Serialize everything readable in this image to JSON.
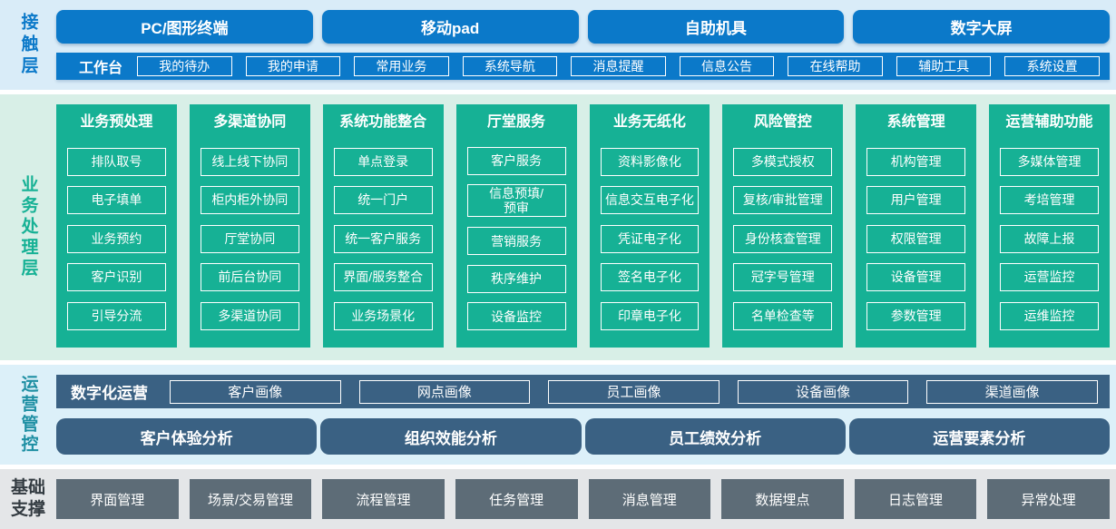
{
  "colors": {
    "blue": "#0b79c9",
    "light_blue_bg": "#d9ecf8",
    "green": "#16b195",
    "light_green_bg": "#d8efe7",
    "navy": "#3a6183",
    "ops_bg": "#dcf0f9",
    "gray_box": "#5d6c77",
    "gray_bg": "#e4e6e8",
    "ops_label": "#1e8fa3",
    "foundation_label": "#333b41"
  },
  "layers": {
    "contact": {
      "label": "接触层",
      "channels": [
        "PC/图形终端",
        "移动pad",
        "自助机具",
        "数字大屏"
      ],
      "workbench": {
        "label": "工作台",
        "items": [
          "我的待办",
          "我的申请",
          "常用业务",
          "系统导航",
          "消息提醒",
          "信息公告",
          "在线帮助",
          "辅助工具",
          "系统设置"
        ]
      }
    },
    "business": {
      "label": "业务处理层",
      "columns": [
        {
          "title": "业务预处理",
          "items": [
            "排队取号",
            "电子填单",
            "业务预约",
            "客户识别",
            "引导分流"
          ]
        },
        {
          "title": "多渠道协同",
          "items": [
            "线上线下协同",
            "柜内柜外协同",
            "厅堂协同",
            "前后台协同",
            "多渠道协同"
          ]
        },
        {
          "title": "系统功能整合",
          "items": [
            "单点登录",
            "统一门户",
            "统一客户服务",
            "界面/服务整合",
            "业务场景化"
          ]
        },
        {
          "title": "厅堂服务",
          "items": [
            "客户服务",
            "信息预填/\n预审",
            "营销服务",
            "秩序维护",
            "设备监控"
          ]
        },
        {
          "title": "业务无纸化",
          "items": [
            "资料影像化",
            "信息交互电子化",
            "凭证电子化",
            "签名电子化",
            "印章电子化"
          ]
        },
        {
          "title": "风险管控",
          "items": [
            "多模式授权",
            "复核/审批管理",
            "身份核查管理",
            "冠字号管理",
            "名单检查等"
          ]
        },
        {
          "title": "系统管理",
          "items": [
            "机构管理",
            "用户管理",
            "权限管理",
            "设备管理",
            "参数管理"
          ]
        },
        {
          "title": "运营辅助功能",
          "items": [
            "多媒体管理",
            "考培管理",
            "故障上报",
            "运营监控",
            "运维监控"
          ]
        }
      ]
    },
    "operations": {
      "label": "运营管控",
      "digital_ops": {
        "label": "数字化运营",
        "items": [
          "客户画像",
          "网点画像",
          "员工画像",
          "设备画像",
          "渠道画像"
        ]
      },
      "analysis": [
        "客户体验分析",
        "组织效能分析",
        "员工绩效分析",
        "运营要素分析"
      ]
    },
    "foundation": {
      "label": "基础支撑",
      "items": [
        "界面管理",
        "场景/交易管理",
        "流程管理",
        "任务管理",
        "消息管理",
        "数据埋点",
        "日志管理",
        "异常处理"
      ]
    }
  }
}
